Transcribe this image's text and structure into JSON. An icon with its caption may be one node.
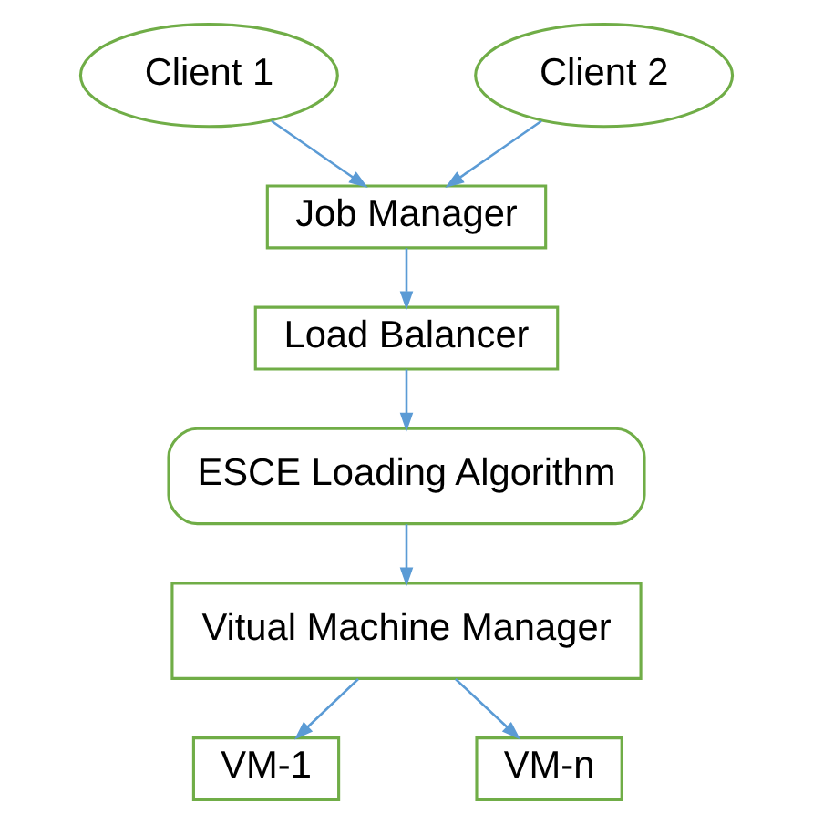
{
  "diagram": {
    "nodes": [
      {
        "text": [
          "Client 1"
        ]
      },
      {
        "text": [
          "Client 2"
        ]
      },
      {
        "text": [
          "Job Manager"
        ]
      },
      {
        "text": [
          "Load Balancer"
        ]
      },
      {
        "text": [
          "ESCE Loading Algorithm"
        ]
      },
      {
        "text": [
          "Vitual Machine Manager"
        ]
      },
      {
        "text": [
          "VM-1"
        ]
      },
      {
        "text": [
          "VM-n"
        ]
      }
    ],
    "edges": [
      {
        "from": 0,
        "to": 2,
        "arrow": "to"
      },
      {
        "from": 1,
        "to": 2,
        "arrow": "to"
      },
      {
        "from": 2,
        "to": 3,
        "arrow": "to"
      },
      {
        "from": 3,
        "to": 4,
        "arrow": "to"
      },
      {
        "from": 4,
        "to": 5,
        "arrow": "to"
      },
      {
        "from": 5,
        "to": 6,
        "arrow": "to"
      },
      {
        "from": 5,
        "to": 7,
        "arrow": "to"
      }
    ]
  }
}
